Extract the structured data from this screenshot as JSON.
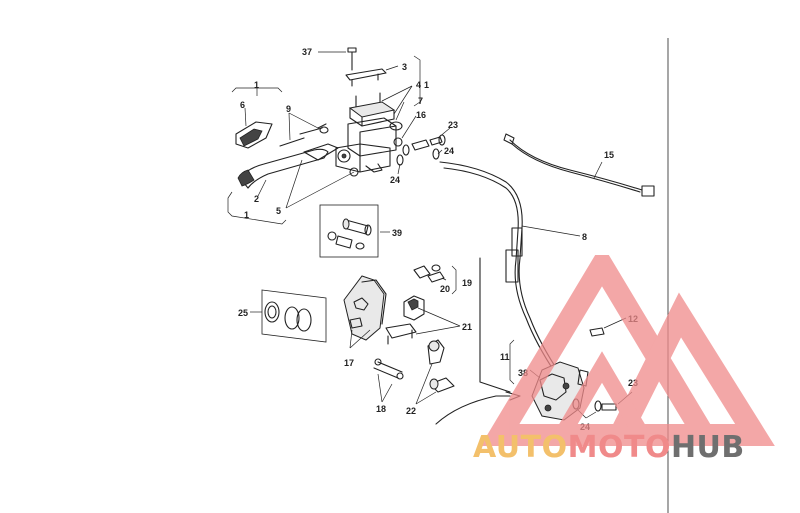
{
  "callouts": {
    "c37": "37",
    "c3": "3",
    "c4": "4",
    "c1_top": "1",
    "c1_left_top": "1",
    "c1_left_bottom": "1",
    "c6": "6",
    "c9": "9",
    "c7": "7",
    "c16": "16",
    "c23_top": "23",
    "c24_a": "24",
    "c24_b": "24",
    "c2": "2",
    "c5": "5",
    "c39": "39",
    "c15": "15",
    "c8": "8",
    "c19": "19",
    "c20": "20",
    "c25": "25",
    "c21": "21",
    "c17": "17",
    "c18": "18",
    "c22": "22",
    "c11": "11",
    "c38": "38",
    "c12": "12",
    "c23_bottom": "23",
    "c24_bottom": "24"
  },
  "watermark": {
    "part1": "AUTO",
    "part2": "MOTO",
    "part3": "HUB",
    "color_auto": "#f3c06b",
    "color_moto": "#f08a8a",
    "color_hub": "#6f6f6f",
    "logo_color": "#f08a8a"
  }
}
